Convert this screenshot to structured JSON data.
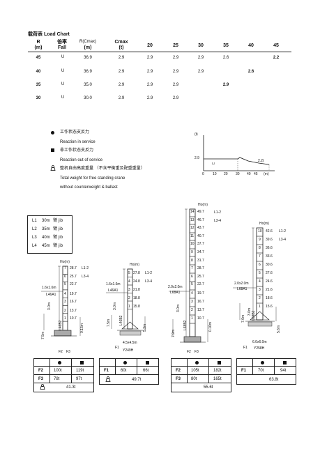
{
  "load_chart": {
    "title": "载荷表 Load Chart",
    "headers": {
      "r": [
        "R",
        "(m)"
      ],
      "fall": [
        "倍率",
        "Fall"
      ],
      "rc": [
        "R(Cmax)",
        "(m)"
      ],
      "cmax": [
        "Cmax",
        "(t)"
      ],
      "radii": [
        "20",
        "25",
        "30",
        "35",
        "40",
        "45"
      ]
    },
    "rows": [
      {
        "r": "45",
        "fall": "U",
        "rc": "36.9",
        "cmax": "2.9",
        "vals": [
          "2.9",
          "2.9",
          "2.9",
          "2.6",
          "2.2"
        ]
      },
      {
        "r": "40",
        "fall": "U",
        "rc": "36.9",
        "cmax": "2.9",
        "vals": [
          "2.9",
          "2.9",
          "2.9",
          "2.6"
        ]
      },
      {
        "r": "35",
        "fall": "U",
        "rc": "35.0",
        "cmax": "2.9",
        "vals": [
          "2.9",
          "2.9",
          "2.9"
        ]
      },
      {
        "r": "30",
        "fall": "U",
        "rc": "30.0",
        "cmax": "2.9",
        "vals": [
          "2.9",
          "2.9"
        ]
      }
    ]
  },
  "legend": {
    "in_service_cn": "工作状态支反力",
    "in_service_en": "Reaction in service",
    "out_service_cn": "非工作状态支反力",
    "out_service_en": "Reaction out of service",
    "total_cn": "整机自由高度重量 （不含平衡重及配重重量）",
    "total_en1": "Total weight for free standing crane",
    "total_en2": "without counterweight & ballast"
  },
  "load_graph": {
    "y_unit": "(t)",
    "y_tick": "2.9",
    "end_label": "2.2t",
    "x_unit": "(m)",
    "x_ticks": [
      "0",
      "10",
      "20",
      "30",
      "40",
      "45"
    ]
  },
  "jibs": [
    {
      "id": "L1",
      "length": "30m",
      "cn": "臂",
      "en": "jib"
    },
    {
      "id": "L2",
      "length": "35m",
      "cn": "臂",
      "en": "jib"
    },
    {
      "id": "L3",
      "length": "40m",
      "cn": "臂",
      "en": "jib"
    },
    {
      "id": "L4",
      "length": "45m",
      "cn": "臂",
      "en": "jib"
    }
  ],
  "towers": {
    "ho_label": "Ho(m)",
    "l12": "L1-2",
    "l34": "L3-4",
    "t1": {
      "section": "1.6x1.6m",
      "mast": "L46A1",
      "base_h": "7.5m",
      "b_h": "3.0m",
      "clear": "0.15m",
      "f_labels": [
        "F2",
        "F3"
      ],
      "base_code": "L46B2",
      "levels": [
        {
          "n": "7",
          "h": "28.7"
        },
        {
          "n": "6",
          "h": "25.7"
        },
        {
          "n": "5",
          "h": "22.7"
        },
        {
          "n": "4",
          "h": "19.7"
        },
        {
          "n": "3",
          "h": "16.7"
        },
        {
          "n": "2",
          "h": "13.7"
        },
        {
          "n": "1",
          "h": "10.7"
        }
      ]
    },
    "t2": {
      "section": "1.6x1.6m",
      "mast": "L46A1",
      "base_h": "7.5m",
      "b_h": "3.0m",
      "clear": "5.3m",
      "f_label": "F1",
      "base_dim": "4.5x4.5m",
      "base_code": "Y249H",
      "tower_code": "L46B2",
      "levels": [
        {
          "n": "5",
          "h": "27.8"
        },
        {
          "n": "4",
          "h": "24.8"
        },
        {
          "n": "3",
          "h": "21.8"
        },
        {
          "n": "2",
          "h": "18.8"
        },
        {
          "n": "1",
          "h": "15.8"
        }
      ]
    },
    "t3": {
      "section": "2.0x2.0m",
      "mast": "L68A1",
      "base_h": "7.9m",
      "b_h": "3.0m",
      "clear": "0.16m",
      "f_labels": [
        "F2",
        "F3"
      ],
      "base_code": "L68B2",
      "levels": [
        {
          "n": "14",
          "h": "49.7"
        },
        {
          "n": "13",
          "h": "46.7"
        },
        {
          "n": "12",
          "h": "43.7"
        },
        {
          "n": "11",
          "h": "40.7"
        },
        {
          "n": "10",
          "h": "37.7"
        },
        {
          "n": "9",
          "h": "34.7"
        },
        {
          "n": "8",
          "h": "31.7"
        },
        {
          "n": "7",
          "h": "28.7"
        },
        {
          "n": "6",
          "h": "25.7"
        },
        {
          "n": "5",
          "h": "22.7"
        },
        {
          "n": "4",
          "h": "19.7"
        },
        {
          "n": "3",
          "h": "16.7"
        },
        {
          "n": "2",
          "h": "13.7"
        },
        {
          "n": "1",
          "h": "10.7"
        }
      ]
    },
    "t4": {
      "section": "2.0x2.0m",
      "mast": "L68A1",
      "base_h": "7.6m",
      "b_h": "3.0m",
      "clear": "5.6m",
      "f_label": "F1",
      "base_dim": "6.0x6.0m",
      "base_code": "Y258H",
      "tower_code": "L68B2",
      "levels": [
        {
          "n": "10",
          "h": "42.6"
        },
        {
          "n": "9",
          "h": "39.6"
        },
        {
          "n": "8",
          "h": "36.6"
        },
        {
          "n": "7",
          "h": "33.6"
        },
        {
          "n": "6",
          "h": "30.6"
        },
        {
          "n": "5",
          "h": "27.6"
        },
        {
          "n": "4",
          "h": "24.6"
        },
        {
          "n": "3",
          "h": "21.6"
        },
        {
          "n": "2",
          "h": "18.6"
        },
        {
          "n": "1",
          "h": "15.6"
        }
      ]
    }
  },
  "reactions": {
    "t1": {
      "f2": [
        "F2",
        "100t",
        "119t"
      ],
      "f3": [
        "F3",
        "78t",
        "97t"
      ],
      "total": "41.3t"
    },
    "t2": {
      "f1": [
        "F1",
        "60t",
        "66t"
      ],
      "total": "49.7t"
    },
    "t3": {
      "f2": [
        "F2",
        "105t",
        "182t"
      ],
      "f3": [
        "F3",
        "80t",
        "165t"
      ],
      "total": "55.6t"
    },
    "t4": {
      "f1": [
        "F1",
        "70t",
        "94t"
      ],
      "total": "63.8t"
    }
  }
}
